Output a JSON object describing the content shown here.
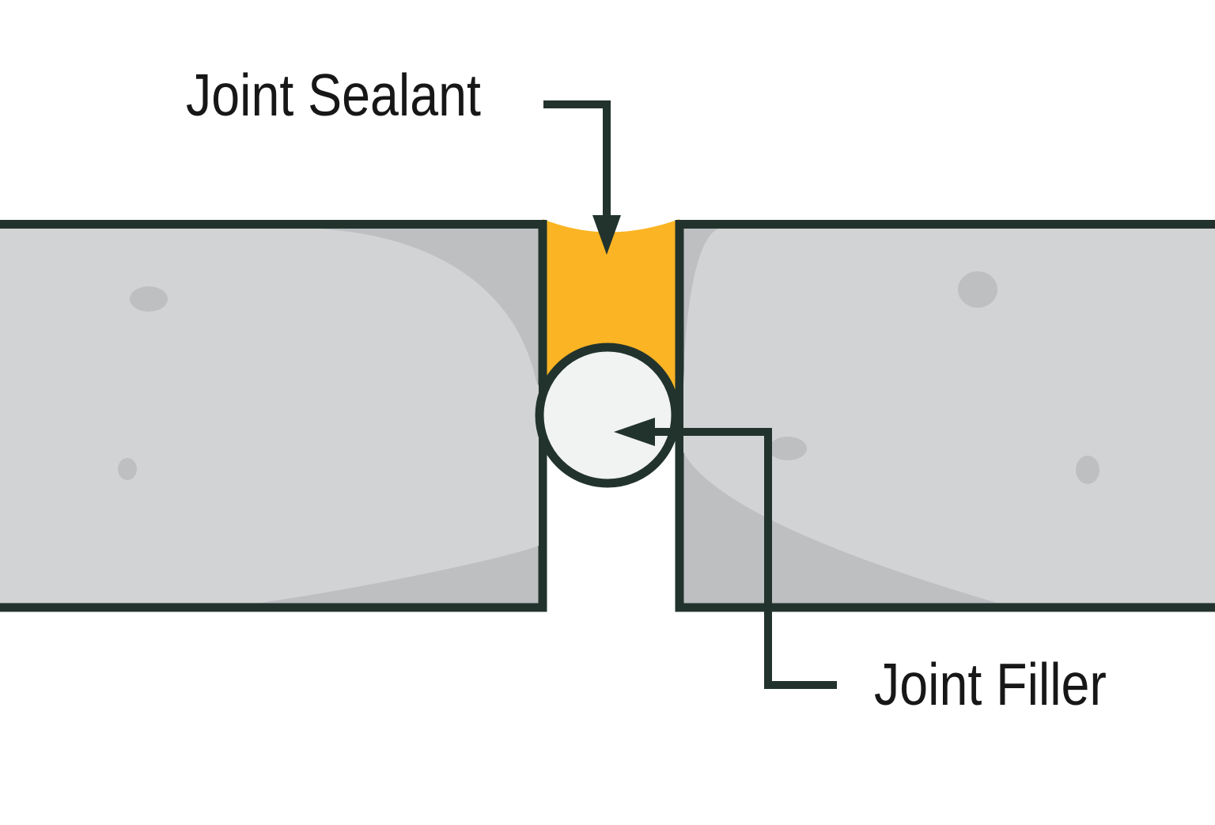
{
  "diagram": {
    "type": "construction-joint-cross-section",
    "labels": {
      "sealant": "Joint Sealant",
      "filler": "Joint Filler"
    },
    "parts": [
      {
        "name": "left-concrete-slab"
      },
      {
        "name": "right-concrete-slab"
      },
      {
        "name": "joint-sealant",
        "color_key": "sealant_orange"
      },
      {
        "name": "joint-filler-backer-rod",
        "color_key": "filler_gray"
      }
    ]
  },
  "colors": {
    "outline": "#22332D",
    "text": "#171717",
    "sealant_orange": "#FBB424",
    "filler_gray": "#F1F2F2",
    "slab_light": "#D2D3D5",
    "slab_dark": "#BDBFC1",
    "background": "#FFFFFF"
  }
}
